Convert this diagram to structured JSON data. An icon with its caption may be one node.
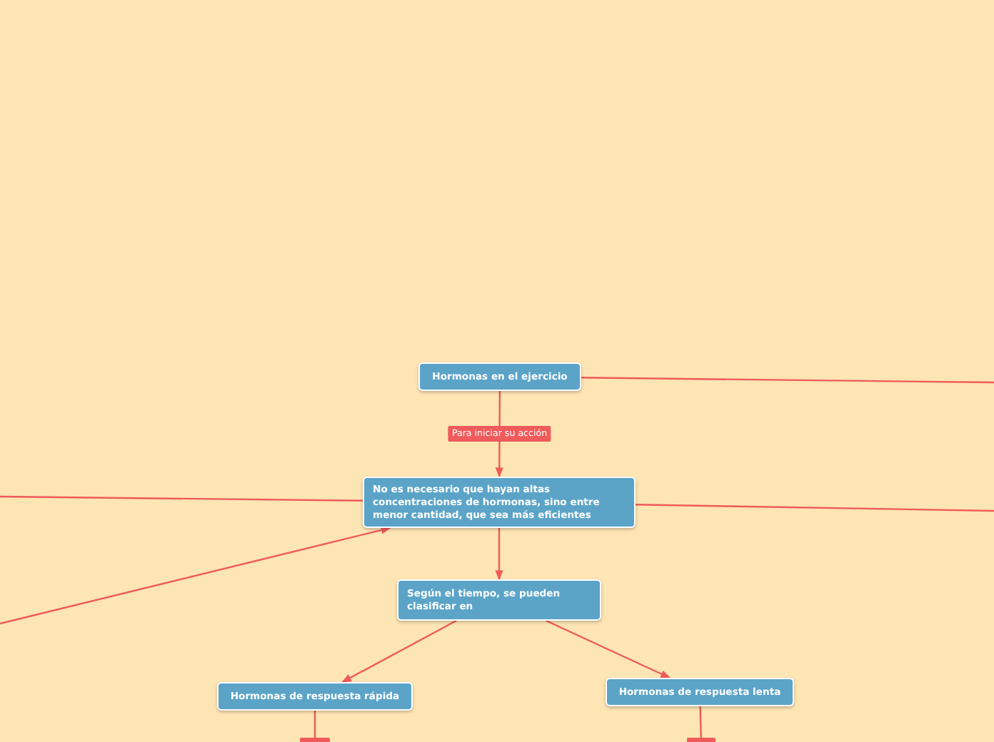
{
  "diagram": {
    "nodes": [
      {
        "text": [
          "Hormonas en el ejercicio"
        ]
      },
      {
        "text": [
          "No es necesario que hayan altas concentraciones de hormonas, sino entre menor cantidad, que sea más eficientes"
        ]
      },
      {
        "text": [
          "Según el tiempo, se pueden clasificar en"
        ]
      },
      {
        "text": [
          "Hormonas de respuesta rápida"
        ]
      },
      {
        "text": [
          "Hormonas de respuesta lenta"
        ]
      },
      {
        "text": [],
        "shape": "box"
      },
      {
        "text": [],
        "shape": "box"
      }
    ],
    "edges": [
      {
        "from": 0,
        "to": 1,
        "label": "Para iniciar su acción",
        "arrow": "to"
      },
      {
        "from": 0,
        "to": null,
        "arrow": "none"
      },
      {
        "from": 1,
        "to": null,
        "arrow": "none"
      },
      {
        "from": 1,
        "to": null,
        "arrow": "none"
      },
      {
        "from": null,
        "to": 1,
        "arrow": "to"
      },
      {
        "from": 1,
        "to": 2,
        "arrow": "to"
      },
      {
        "from": 2,
        "to": 3,
        "arrow": "to"
      },
      {
        "from": 2,
        "to": 4,
        "arrow": "to"
      },
      {
        "from": 3,
        "to": 5,
        "arrow": "none"
      },
      {
        "from": 4,
        "to": 6,
        "arrow": "none"
      }
    ]
  }
}
